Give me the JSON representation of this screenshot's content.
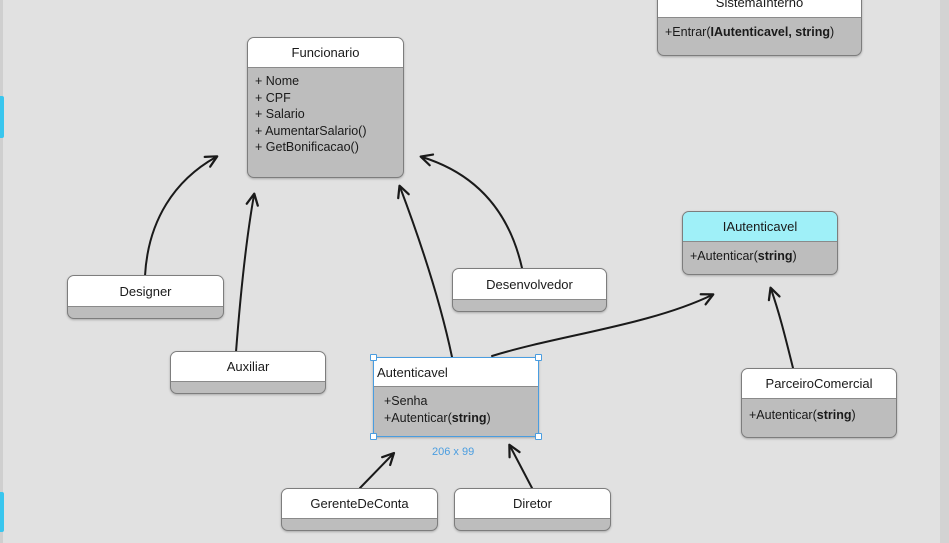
{
  "colors": {
    "canvas": "#e1e1e1",
    "class_header": "#ffffff",
    "class_body": "#bdbdbd",
    "interface_header": "#9ff0f8",
    "selection": "#4a9de0",
    "arrow": "#1a1a1a"
  },
  "classes": {
    "sistema_interno": {
      "title": "SistemaInterno",
      "method_prefix": "+Entrar(",
      "method_args": "IAutenticavel, string",
      "method_suffix": ")"
    },
    "funcionario": {
      "title": "Funcionario",
      "members": [
        "+ Nome",
        "+ CPF",
        "+ Salario",
        "+ AumentarSalario()",
        "+ GetBonificacao()"
      ]
    },
    "iautenticavel": {
      "title": "IAutenticavel",
      "method_prefix": "+Autenticar(",
      "method_args": "string",
      "method_suffix": ")"
    },
    "designer": {
      "title": "Designer"
    },
    "desenvolvedor": {
      "title": "Desenvolvedor"
    },
    "auxiliar": {
      "title": "Auxiliar"
    },
    "autenticavel": {
      "title": "Autenticavel",
      "field": "+Senha",
      "method_prefix": "+Autenticar(",
      "method_args": "string",
      "method_suffix": ")"
    },
    "parceiro_comercial": {
      "title": "ParceiroComercial",
      "method_prefix": "+Autenticar(",
      "method_args": "string",
      "method_suffix": ")"
    },
    "gerente_de_conta": {
      "title": "GerenteDeConta"
    },
    "diretor": {
      "title": "Diretor"
    }
  },
  "selection_size_label": "206 x 99"
}
